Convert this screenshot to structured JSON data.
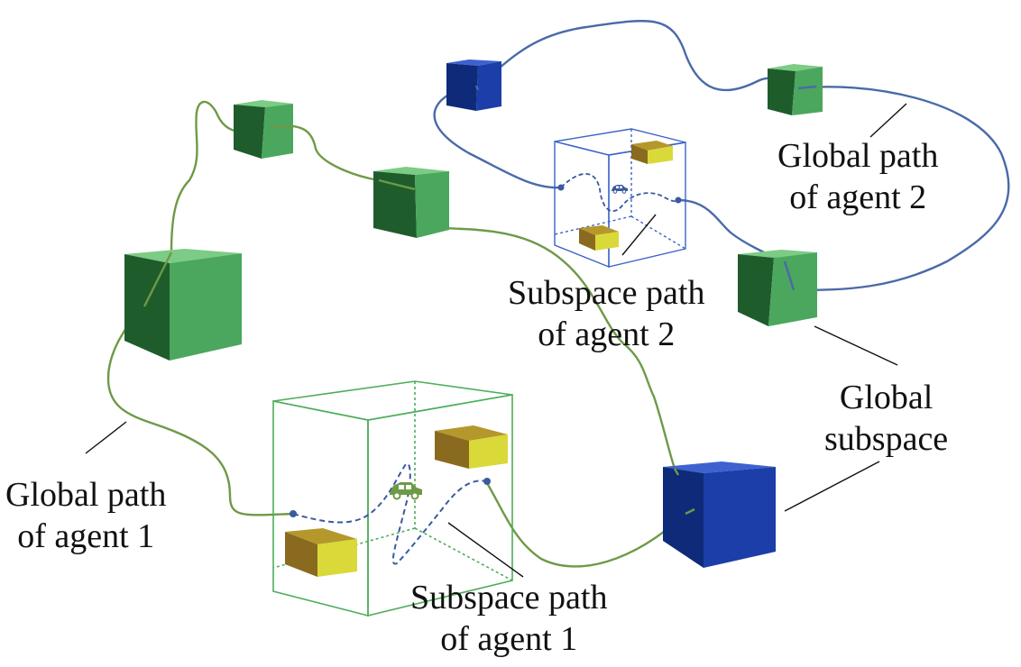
{
  "labels": {
    "global_path_agent2": [
      "Global path",
      "of agent 2"
    ],
    "subspace_path_agent2": [
      "Subspace path",
      "of agent 2"
    ],
    "global_subspace": [
      "Global",
      "subspace"
    ],
    "global_path_agent1": [
      "Global path",
      "of agent 1"
    ],
    "subspace_path_agent1": [
      "Subspace path",
      "of agent 1"
    ]
  },
  "colors": {
    "agent1_path": "#6e9a47",
    "agent2_path": "#4a6aa8",
    "subspace_path": "#3a5aa0",
    "global_cube_front": "#4ba75e",
    "global_cube_top": "#7ccc85",
    "global_cube_side": "#1f5c2c",
    "active_cube_front": "#1b3ea8",
    "active_cube_top": "#3d62cf",
    "active_cube_side": "#0f2a78",
    "obstacle_front": "#d9d93a",
    "obstacle_top": "#b5982c",
    "obstacle_side": "#8a6a1e",
    "subspace1_box": "#4cae5a",
    "subspace2_box": "#3a63c8",
    "leader_line": "#111111"
  },
  "icons": [
    "car-icon"
  ]
}
